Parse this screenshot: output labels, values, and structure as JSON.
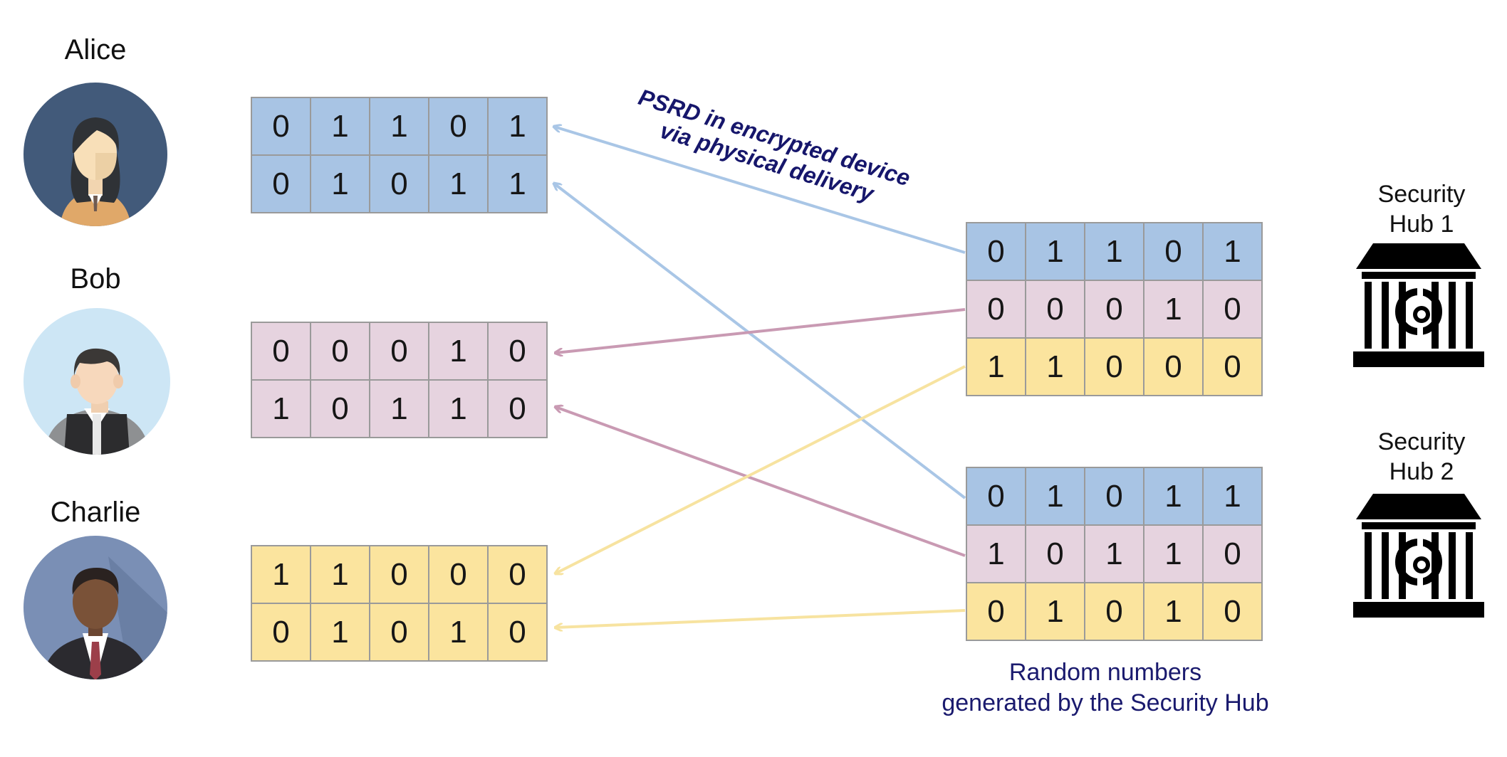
{
  "people": [
    {
      "name": "Alice",
      "color": "#a8c4e4"
    },
    {
      "name": "Bob",
      "color": "#e6d3df"
    },
    {
      "name": "Charlie",
      "color": "#fbe49e"
    }
  ],
  "person_tables": {
    "alice": [
      [
        "0",
        "1",
        "1",
        "0",
        "1"
      ],
      [
        "0",
        "1",
        "0",
        "1",
        "1"
      ]
    ],
    "bob": [
      [
        "0",
        "0",
        "0",
        "1",
        "0"
      ],
      [
        "1",
        "0",
        "1",
        "1",
        "0"
      ]
    ],
    "charlie": [
      [
        "1",
        "1",
        "0",
        "0",
        "0"
      ],
      [
        "0",
        "1",
        "0",
        "1",
        "0"
      ]
    ]
  },
  "hub_tables": {
    "hub1": [
      [
        "0",
        "1",
        "1",
        "0",
        "1"
      ],
      [
        "0",
        "0",
        "0",
        "1",
        "0"
      ],
      [
        "1",
        "1",
        "0",
        "0",
        "0"
      ]
    ],
    "hub2": [
      [
        "0",
        "1",
        "0",
        "1",
        "1"
      ],
      [
        "1",
        "0",
        "1",
        "1",
        "0"
      ],
      [
        "0",
        "1",
        "0",
        "1",
        "0"
      ]
    ]
  },
  "hubs": [
    {
      "label_line1": "Security",
      "label_line2": "Hub 1",
      "icon": "bank-icon"
    },
    {
      "label_line1": "Security",
      "label_line2": "Hub 2",
      "icon": "bank-icon"
    }
  ],
  "delivery_label": {
    "line1": "PSRD in encrypted device",
    "line2": "via physical delivery"
  },
  "caption": {
    "line1": "Random numbers",
    "line2": "generated by the Security Hub"
  },
  "colors": {
    "blue": "#a8c4e4",
    "pink": "#e6d3df",
    "yellow": "#fbe49e",
    "arrow_blue": "#a9c6e6",
    "arrow_pink": "#c99ab3",
    "arrow_yellow": "#f7e3a0",
    "text_navy": "#16166b"
  }
}
